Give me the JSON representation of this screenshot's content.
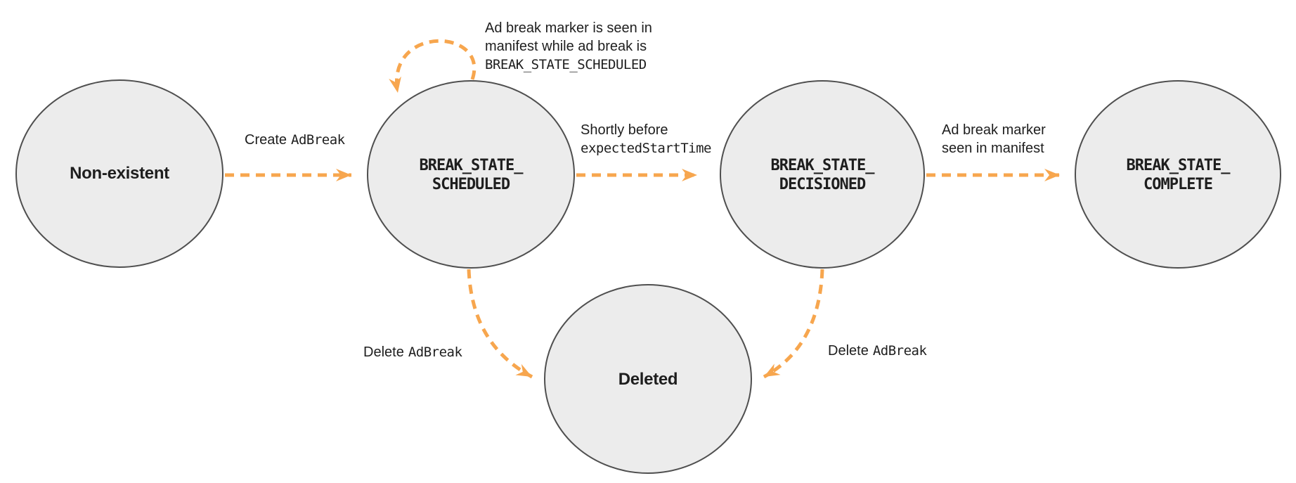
{
  "colors": {
    "arrow": "#F7A64E",
    "node_fill": "#ECECEC",
    "node_stroke": "#4F4F4F",
    "text": "#1E1E1E"
  },
  "states": {
    "non_existent": "Non-existent",
    "scheduled_line1": "BREAK_STATE_",
    "scheduled_line2": "SCHEDULED",
    "decisioned_line1": "BREAK_STATE_",
    "decisioned_line2": "DECISIONED",
    "complete_line1": "BREAK_STATE_",
    "complete_line2": "COMPLETE",
    "deleted": "Deleted"
  },
  "edge_labels": {
    "create_prefix": "Create",
    "create_code": "AdBreak",
    "self_loop_line1": "Ad break marker is seen in",
    "self_loop_line2": "manifest while ad break is",
    "self_loop_line3": "BREAK_STATE_SCHEDULED",
    "shortly_line1": "Shortly before",
    "shortly_line2": "expectedStartTime",
    "marker_seen_line1": "Ad break marker",
    "marker_seen_line2": "seen in manifest",
    "delete_prefix": "Delete",
    "delete_code": "AdBreak"
  }
}
